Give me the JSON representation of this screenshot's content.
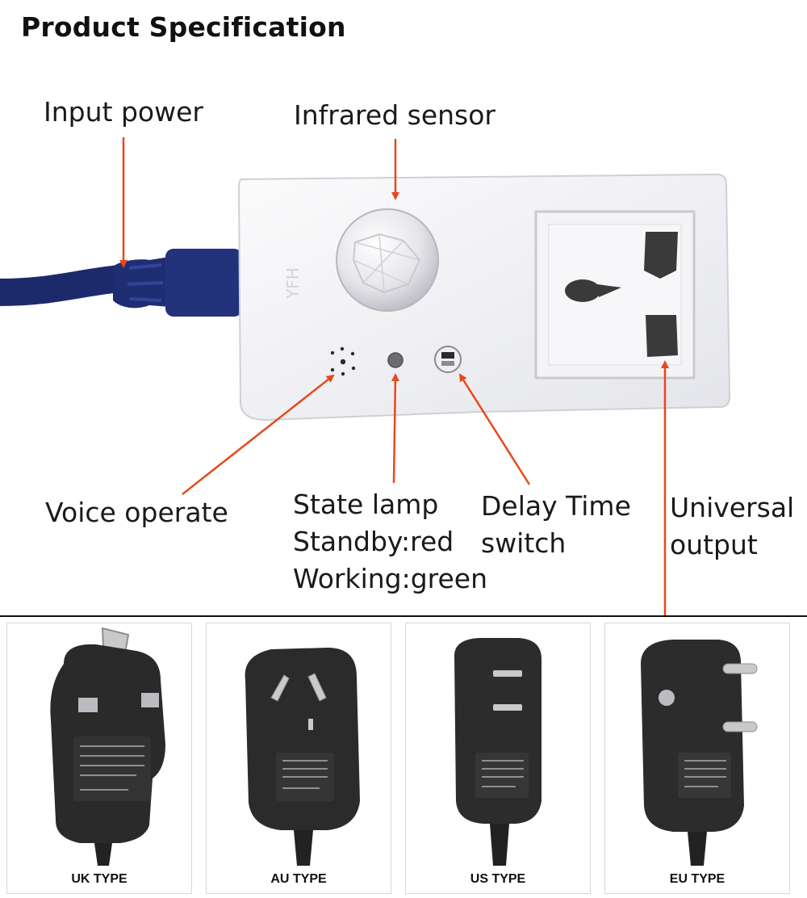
{
  "header": {
    "title": "Product Specification"
  },
  "callouts": {
    "input_power": "Input power",
    "infrared_sensor": "Infrared sensor",
    "voice_operate": "Voice operate",
    "state_lamp": {
      "line1": "State lamp",
      "line2": "Standby:red",
      "line3": "Working:green"
    },
    "delay_time": {
      "line1": "Delay Time",
      "line2": "switch"
    },
    "universal_output": {
      "line1": "Universal",
      "line2": "output"
    }
  },
  "device": {
    "brand_mark": "YFH"
  },
  "adapters": [
    {
      "label": "UK TYPE"
    },
    {
      "label": "AU TYPE"
    },
    {
      "label": "US TYPE"
    },
    {
      "label": "EU TYPE"
    }
  ],
  "colors": {
    "arrow": "#e8481f",
    "cable": "#1c2a6b",
    "adapter": "#2a2a2a"
  }
}
